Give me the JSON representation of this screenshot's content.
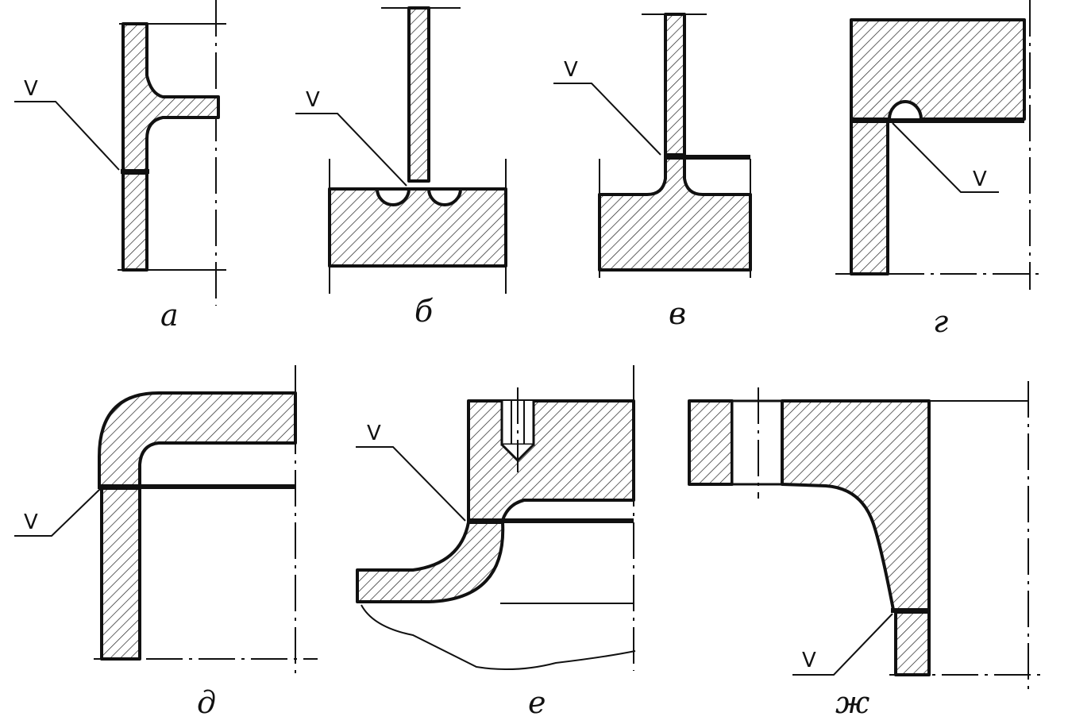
{
  "figure": {
    "weld_mark": "V",
    "panels": [
      {
        "id": "a",
        "caption": "а"
      },
      {
        "id": "b",
        "caption": "б"
      },
      {
        "id": "v",
        "caption": "в"
      },
      {
        "id": "g",
        "caption": "г"
      },
      {
        "id": "d",
        "caption": "д"
      },
      {
        "id": "e",
        "caption": "е"
      },
      {
        "id": "zh",
        "caption": "ж"
      }
    ]
  }
}
